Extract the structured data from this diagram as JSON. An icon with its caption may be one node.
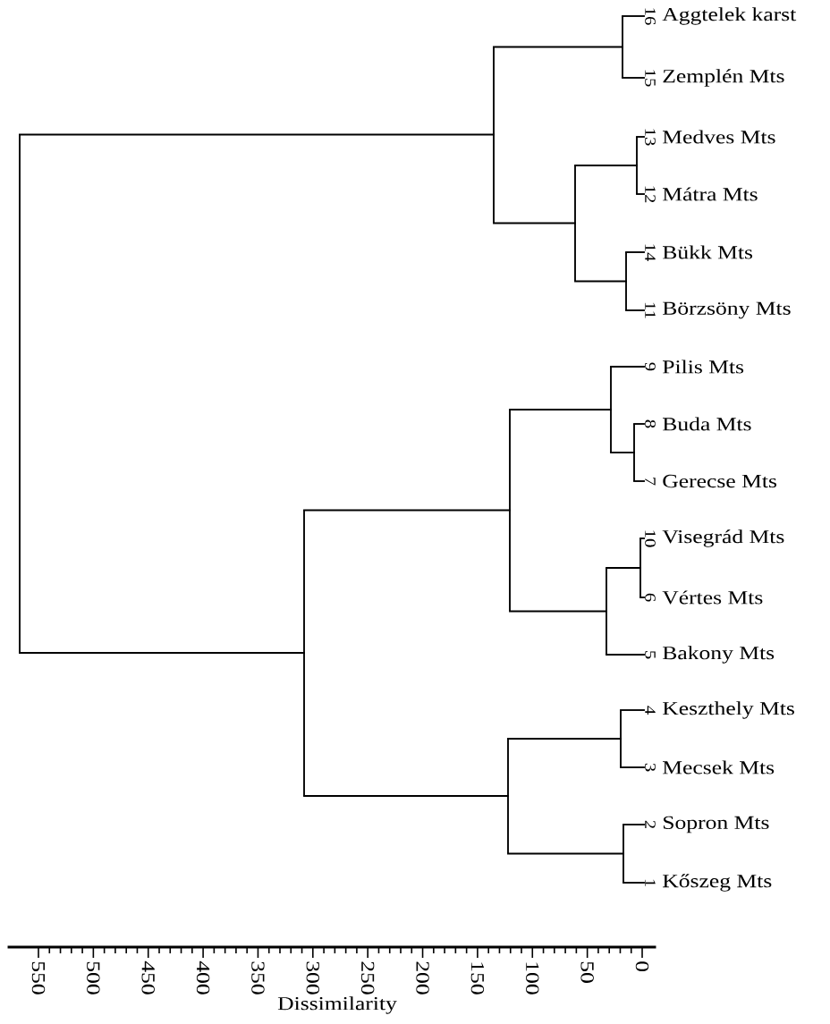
{
  "diagram": {
    "nodes": [
      {
        "text": [
          "Aggtelek karst"
        ],
        "beside": [
          "16"
        ]
      },
      {
        "text": [
          "Zemplén Mts"
        ],
        "beside": [
          "15"
        ]
      },
      {
        "text": [
          "Medves Mts"
        ],
        "beside": [
          "13"
        ]
      },
      {
        "text": [
          "Mátra Mts"
        ],
        "beside": [
          "12"
        ]
      },
      {
        "text": [
          "Bükk Mts"
        ],
        "beside": [
          "14"
        ]
      },
      {
        "text": [
          "Börzsöny Mts"
        ],
        "beside": [
          "11"
        ]
      },
      {
        "text": [
          "Pilis Mts"
        ],
        "beside": [
          "9"
        ]
      },
      {
        "text": [
          "Buda Mts"
        ],
        "beside": [
          "8"
        ]
      },
      {
        "text": [
          "Gerecse Mts"
        ],
        "beside": [
          "7"
        ]
      },
      {
        "text": [
          "Visegrád Mts"
        ],
        "beside": [
          "10"
        ]
      },
      {
        "text": [
          "Vértes Mts"
        ],
        "beside": [
          "6"
        ]
      },
      {
        "text": [
          "Bakony Mts"
        ],
        "beside": [
          "5"
        ]
      },
      {
        "text": [
          "Keszthely Mts"
        ],
        "beside": [
          "4"
        ]
      },
      {
        "text": [
          "Mecsek Mts"
        ],
        "beside": [
          "3"
        ]
      },
      {
        "text": [
          "Sopron Mts"
        ],
        "beside": [
          "2"
        ]
      },
      {
        "text": [
          "Kőszeg Mts"
        ],
        "beside": [
          "1"
        ]
      },
      {
        "text": [],
        "shape": "bar"
      },
      {
        "text": [],
        "shape": "bar"
      },
      {
        "text": [],
        "shape": "bar"
      },
      {
        "text": [],
        "shape": "bar"
      },
      {
        "text": [],
        "shape": "bar"
      },
      {
        "text": [],
        "shape": "bar"
      },
      {
        "text": [],
        "shape": "bar"
      },
      {
        "text": [],
        "shape": "bar"
      },
      {
        "text": [],
        "shape": "bar"
      },
      {
        "text": [],
        "shape": "bar"
      },
      {
        "text": [],
        "shape": "bar"
      },
      {
        "text": [],
        "shape": "bar"
      },
      {
        "text": [],
        "shape": "bar"
      },
      {
        "text": [],
        "shape": "bar"
      },
      {
        "text": [],
        "shape": "bar"
      }
    ],
    "edges": [
      {
        "from": 16,
        "to": 0,
        "arrow": "none"
      },
      {
        "from": 16,
        "to": 1,
        "arrow": "none"
      },
      {
        "from": 17,
        "to": 2,
        "arrow": "none"
      },
      {
        "from": 17,
        "to": 3,
        "arrow": "none"
      },
      {
        "from": 18,
        "to": 4,
        "arrow": "none"
      },
      {
        "from": 18,
        "to": 5,
        "arrow": "none"
      },
      {
        "from": 19,
        "to": 17,
        "arrow": "none"
      },
      {
        "from": 19,
        "to": 18,
        "arrow": "none"
      },
      {
        "from": 20,
        "to": 16,
        "arrow": "none"
      },
      {
        "from": 20,
        "to": 19,
        "arrow": "none"
      },
      {
        "from": 21,
        "to": 7,
        "arrow": "none"
      },
      {
        "from": 21,
        "to": 8,
        "arrow": "none"
      },
      {
        "from": 22,
        "to": 6,
        "arrow": "none"
      },
      {
        "from": 22,
        "to": 21,
        "arrow": "none"
      },
      {
        "from": 23,
        "to": 9,
        "arrow": "none"
      },
      {
        "from": 23,
        "to": 10,
        "arrow": "none"
      },
      {
        "from": 24,
        "to": 23,
        "arrow": "none"
      },
      {
        "from": 24,
        "to": 11,
        "arrow": "none"
      },
      {
        "from": 25,
        "to": 22,
        "arrow": "none"
      },
      {
        "from": 25,
        "to": 24,
        "arrow": "none"
      },
      {
        "from": 26,
        "to": 12,
        "arrow": "none"
      },
      {
        "from": 26,
        "to": 13,
        "arrow": "none"
      },
      {
        "from": 27,
        "to": 14,
        "arrow": "none"
      },
      {
        "from": 27,
        "to": 15,
        "arrow": "none"
      },
      {
        "from": 28,
        "to": 26,
        "arrow": "none"
      },
      {
        "from": 28,
        "to": 27,
        "arrow": "none"
      },
      {
        "from": 29,
        "to": 25,
        "arrow": "none"
      },
      {
        "from": 29,
        "to": 28,
        "arrow": "none"
      },
      {
        "from": 30,
        "to": 20,
        "arrow": "none"
      },
      {
        "from": 30,
        "to": 29,
        "arrow": "none"
      }
    ],
    "labels": [
      "550",
      "500",
      "450",
      "400",
      "350",
      "300",
      "250",
      "200",
      "150",
      "100",
      "50",
      "0",
      "Dissimilarity"
    ]
  }
}
